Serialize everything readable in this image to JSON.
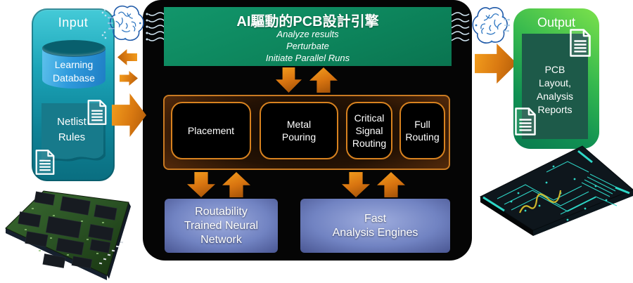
{
  "colors": {
    "accent_orange": "#d97911",
    "input_teal_light": "#45cbd8",
    "input_teal_dark": "#0a6e80",
    "database_blue": "#2f9add",
    "netlist_teal": "#177a8b",
    "engine_green": "#0d855c",
    "panel_black": "#050505",
    "stage_brown": "#5c2e0c",
    "stage_border_orange": "#d8821f",
    "module_blue": "#7183c2",
    "output_green_light": "#7ce24b",
    "output_green_dark": "#0a7a4e",
    "decoration_blue": "#2f77c2",
    "pcb_trace_teal": "#2ed8c8"
  },
  "input": {
    "title": "Input",
    "database": {
      "lines": [
        "Learning",
        "Database"
      ]
    },
    "netlist": {
      "lines": [
        "Netlist",
        "Rules"
      ]
    }
  },
  "engine": {
    "title": "AI驅動的PCB設計引擎",
    "notes": [
      "Analyze results",
      "Perturbate",
      "Initiate Parallel Runs"
    ],
    "stages": [
      {
        "lines": [
          "Placement"
        ]
      },
      {
        "lines": [
          "Metal",
          "Pouring"
        ]
      },
      {
        "lines": [
          "Critical",
          "Signal",
          "Routing"
        ]
      },
      {
        "lines": [
          "Full",
          "Routing"
        ]
      }
    ],
    "modules": [
      {
        "lines": [
          "Routability",
          "Trained Neural",
          "Network"
        ]
      },
      {
        "lines": [
          "Fast",
          "Analysis Engines"
        ]
      }
    ]
  },
  "output": {
    "title": "Output",
    "report": {
      "lines": [
        "PCB",
        "Layout,",
        "Analysis",
        "Reports"
      ]
    }
  }
}
